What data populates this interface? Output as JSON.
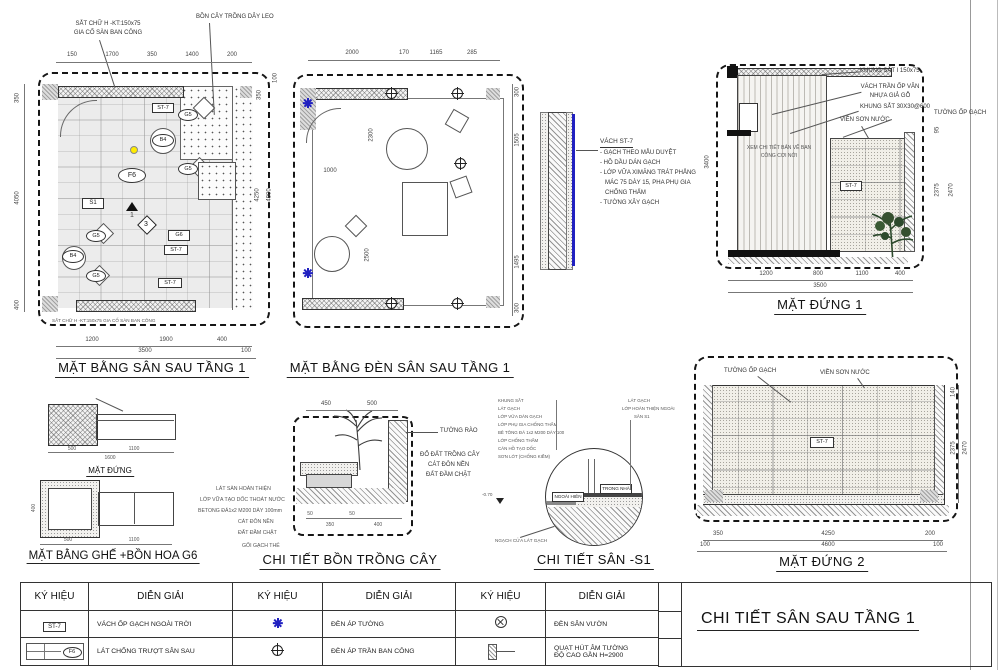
{
  "colors": {
    "accent_blue": "#2020c0",
    "line": "#555555",
    "yellow": "#ffec00"
  },
  "plan1": {
    "title": "MẶT BẰNG SÂN SAU TẦNG 1",
    "note_top1": "SẮT CHỮ H -KT:150x75",
    "note_top2": "GIA CỐ SÀN BAN CÔNG",
    "note_vine": "BỒN CÂY TRỒNG DÂY LEO",
    "note_bottom": "SẮT CHỮ H -KT:150x75 GIA CỐ SÀN BAN CÔNG",
    "dims_top": [
      "150",
      "1700",
      "350",
      "1400",
      "200"
    ],
    "dims_bottom": [
      "1200",
      "1900",
      "400"
    ],
    "dims_total": [
      "3500",
      "100"
    ],
    "dims_left": [
      "350",
      "4050",
      "400"
    ],
    "dims_right": [
      "100",
      "350",
      "4250",
      "4800"
    ],
    "tags": [
      "ST-7",
      "G5",
      "B4",
      "G5",
      "F6",
      "S1",
      "G5",
      "B4",
      "G5",
      "G6",
      "ST-7",
      "ST-7"
    ],
    "markers": [
      "1",
      "3"
    ]
  },
  "plan2": {
    "title": "MẶT BẰNG ĐÈN SÂN SAU TẦNG 1",
    "dims_top": [
      "2000",
      "170",
      "1165",
      "285"
    ],
    "dims_right": [
      "300",
      "1505",
      "1495",
      "300"
    ],
    "dims_inner": [
      "2300",
      "1000",
      "2500"
    ]
  },
  "section": {
    "title": "VÁCH ST-7",
    "notes": [
      "- GẠCH THEO MẪU DUYỆT",
      "- HỒ DẦU DÁN GẠCH",
      "- LỚP VỮA XIMĂNG TRÁT PHẲNG",
      "MÁC 75 DÀY 15, PHA PHỤ GIA",
      "CHỐNG THẤM",
      "- TƯỜNG XÂY GẠCH"
    ]
  },
  "elev1": {
    "title": "MẶT ĐỨNG 1",
    "lbl_frame": "KHUNG SẮT I 150x75",
    "lbl_panel1": "VÁCH TRẦN ỐP VÂN",
    "lbl_panel2": "NHỰA GIẢ GỖ",
    "lbl_steel": "KHUNG SẮT 30X30@600",
    "lbl_paint": "VIỀN SƠN NƯỚC",
    "lbl_brick": "TƯỜNG ỐP GẠCH",
    "note1": "XEM CHI TIẾT BẢN VẼ BAN",
    "note2": "CÔNG CƠI NỚI",
    "tag": "ST-7",
    "dims_bottom": [
      "1200",
      "800",
      "1100",
      "400"
    ],
    "dim_total": "3500",
    "dim_left": "3400",
    "dims_right": [
      "95",
      "2375",
      "2470"
    ]
  },
  "bench": {
    "title_elev": "MẶT ĐỨNG",
    "title_plan": "MẶT BẰNG GHẾ +BỒN HOA G6",
    "dims": [
      "500",
      "1100",
      "1600",
      "400"
    ]
  },
  "planter": {
    "title": "CHI TIẾT BỒN TRỒNG CÂY",
    "notes_left": [
      "LÁT SÀN HOÀN THIỆN",
      "LỚP VỮA TẠO DỐC THOÁT NƯỚC",
      "BETONG ĐÁ1x2 M200 DÀY 100mm",
      "CÁT ĐÔN NỀN",
      "ĐẤT ĐẦM CHẶT",
      "GỐI GẠCH THẺ"
    ],
    "lbl_fence": "TƯỜNG RÀO",
    "notes_right": [
      "ĐỔ ĐẤT TRỒNG CÂY",
      "CÁT ĐÔN NỀN",
      "ĐẤT ĐẦM CHẶT"
    ],
    "dims_top": [
      "450",
      "500"
    ],
    "dims_bottom": [
      "50",
      "350",
      "50",
      "400"
    ]
  },
  "s1": {
    "title": "CHI TIẾT SÂN -S1",
    "notes_left": [
      "KHUNG SẮT",
      "LÁT GẠCH",
      "LỚP VỮA DÁN GẠCH",
      "LỚP PHỤ GIA CHỐNG THẤM",
      "BÊ TÔNG ĐÁ 1x2 M200 DÀY 100",
      "LỚP CHỐNG THẤM",
      "CÁN HỒ TẠO DỐC",
      "SƠN LÓT (CHỐNG KIỀM)"
    ],
    "notes_right": [
      "LÁT GẠCH",
      "LỚP HOÀN THIỆN NGOÀI",
      "SÂN S1"
    ],
    "box_in": "TRONG NHÀ",
    "box_out": "NGOÀI HIÊN",
    "level": "-0.70",
    "note_bottom": "NGẠCH CỬA LÁT GẠCH"
  },
  "elev2": {
    "title": "MẶT ĐỨNG 2",
    "lbl_brick": "TƯỜNG ỐP GẠCH",
    "lbl_paint": "VIỀN SƠN NƯỚC",
    "tag": "ST-7",
    "dims_right": [
      "140",
      "2375",
      "2470"
    ],
    "dims_bottom": [
      "350",
      "4250",
      "200"
    ],
    "dims_bottom2": [
      "100",
      "4600",
      "100"
    ]
  },
  "legend": {
    "h_sym": "KÝ HIỆU",
    "h_desc": "DIỄN GIẢI",
    "r1": {
      "tag": "ST-7",
      "d1": "VÁCH ỐP GẠCH NGOÀI TRỜI",
      "d2": "ĐÈN ÁP TƯỜNG",
      "d3": "ĐÈN SÂN VƯỜN"
    },
    "r2": {
      "tag": "F6",
      "d1": "LÁT CHỐNG TRƯỢT SÂN SAU",
      "d2": "ĐÈN ÁP TRẦN BAN CÔNG",
      "d3a": "QUẠT HÚT ÂM TƯỜNG",
      "d3b": "ĐỘ CAO GẦN H=2900"
    }
  },
  "titleblock": {
    "title": "CHI TIẾT SÂN SAU TẦNG 1"
  }
}
